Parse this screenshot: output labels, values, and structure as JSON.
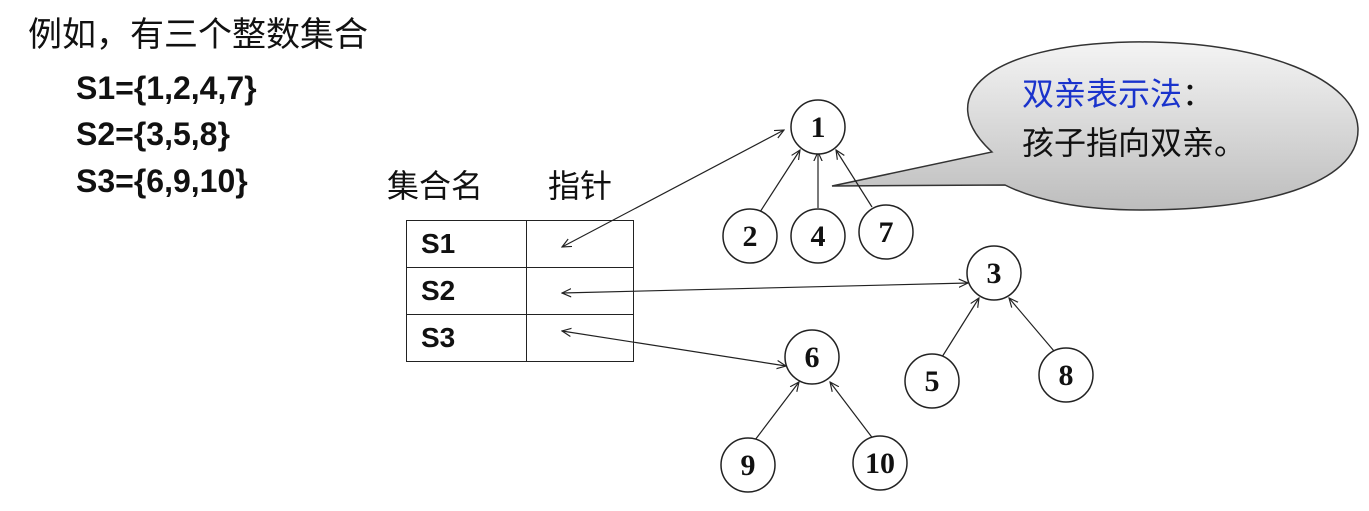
{
  "intro": "例如，有三个整数集合",
  "sets": [
    "S1={1,2,4,7}",
    "S2={3,5,8}",
    "S3={6,9,10}"
  ],
  "table": {
    "header_name": "集合名",
    "header_pointer": "指针",
    "rows": [
      "S1",
      "S2",
      "S3"
    ]
  },
  "callout": {
    "title": "双亲表示法",
    "colon": "：",
    "text": "孩子指向双亲。",
    "title_color": "#1a33cc",
    "fill_top": "#f4f4f4",
    "fill_bottom": "#bdbdbd"
  },
  "trees": [
    {
      "root": "1",
      "children": [
        "2",
        "4",
        "7"
      ]
    },
    {
      "root": "3",
      "children": [
        "5",
        "8"
      ]
    },
    {
      "root": "6",
      "children": [
        "9",
        "10"
      ]
    }
  ]
}
